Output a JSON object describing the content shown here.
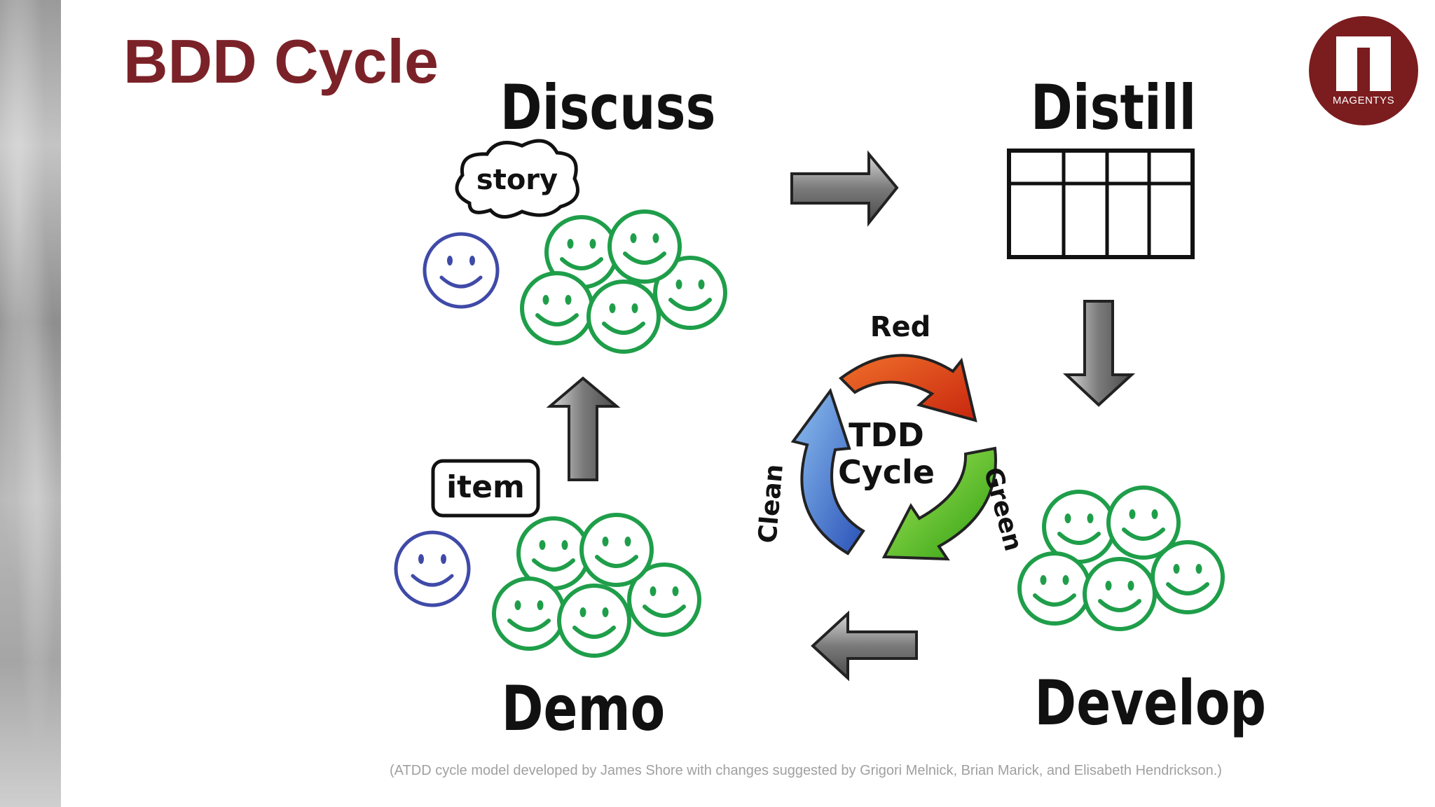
{
  "slide": {
    "title": "BDD Cycle",
    "caption": "(ATDD cycle model developed by James Shore with changes suggested by Grigori Melnick, Brian Marick, and Elisabeth Hendrickson.)"
  },
  "logo": {
    "text": "MAGENTYS",
    "color": "#7b1c1e"
  },
  "diagram": {
    "stages": [
      "Discuss",
      "Distill",
      "Develop",
      "Demo"
    ],
    "bubbles": {
      "story": "story",
      "item": "item"
    },
    "tdd": {
      "center_line1": "TDD",
      "center_line2": "Cycle",
      "red": "Red",
      "green": "Green",
      "clean": "Clean"
    }
  },
  "colors": {
    "title": "#7b2228",
    "smiley_green": "#1f9e4a",
    "smiley_blue": "#3f4aa8",
    "red_arrow": "#e8511c",
    "green_arrow": "#4fc31c",
    "blue_arrow": "#3b6fd1"
  }
}
